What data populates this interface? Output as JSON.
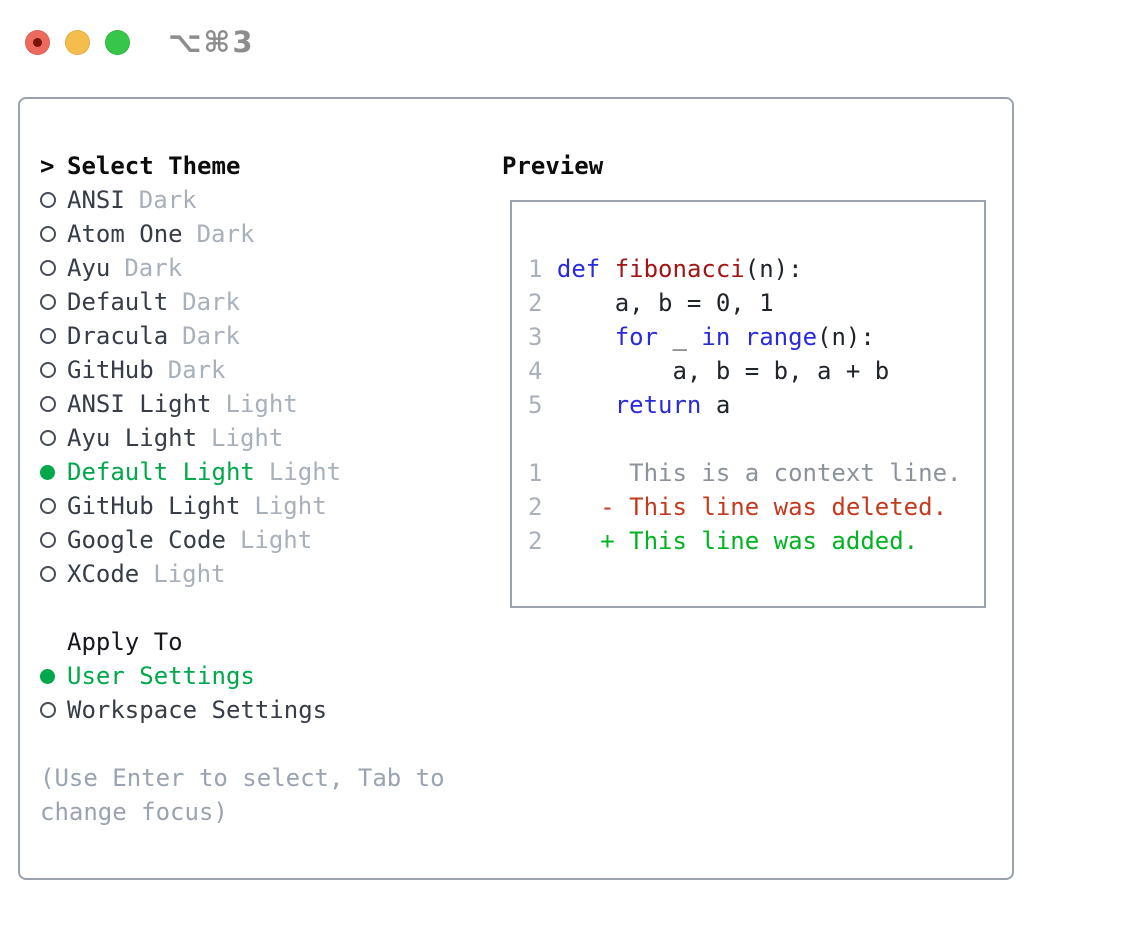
{
  "titlebar": {
    "title": "⌥⌘3",
    "traffic_lights": [
      {
        "name": "close",
        "color": "#ee6a5f",
        "dot": true
      },
      {
        "name": "minimize",
        "color": "#f5bd4c",
        "dot": false
      },
      {
        "name": "zoom",
        "color": "#36c64a",
        "dot": false
      }
    ]
  },
  "theme_panel": {
    "header_prefix": ">",
    "header_label": "Select Theme",
    "themes": [
      {
        "name": "ANSI",
        "variant": "Dark",
        "selected": false
      },
      {
        "name": "Atom One",
        "variant": "Dark",
        "selected": false
      },
      {
        "name": "Ayu",
        "variant": "Dark",
        "selected": false
      },
      {
        "name": "Default",
        "variant": "Dark",
        "selected": false
      },
      {
        "name": "Dracula",
        "variant": "Dark",
        "selected": false
      },
      {
        "name": "GitHub",
        "variant": "Dark",
        "selected": false
      },
      {
        "name": "ANSI Light",
        "variant": "Light",
        "selected": false
      },
      {
        "name": "Ayu Light",
        "variant": "Light",
        "selected": false
      },
      {
        "name": "Default Light",
        "variant": "Light",
        "selected": true
      },
      {
        "name": "GitHub Light",
        "variant": "Light",
        "selected": false
      },
      {
        "name": "Google Code",
        "variant": "Light",
        "selected": false
      },
      {
        "name": "XCode",
        "variant": "Light",
        "selected": false
      }
    ],
    "apply_to": {
      "label": "Apply To",
      "options": [
        {
          "name": "User Settings",
          "selected": true
        },
        {
          "name": "Workspace Settings",
          "selected": false
        }
      ]
    },
    "hint_lines": [
      "(Use Enter to select, Tab to",
      "change focus)"
    ]
  },
  "preview": {
    "label": "Preview",
    "lines": [
      {
        "num": "1",
        "tokens": [
          [
            "def",
            "keyword"
          ],
          [
            " ",
            "plain"
          ],
          [
            "fibonacci",
            "function"
          ],
          [
            "(n):",
            "plain"
          ]
        ]
      },
      {
        "num": "2",
        "tokens": [
          [
            "    a, b = 0, 1",
            "plain"
          ]
        ]
      },
      {
        "num": "3",
        "tokens": [
          [
            "    ",
            "plain"
          ],
          [
            "for",
            "keyword"
          ],
          [
            " _ ",
            "plain"
          ],
          [
            "in",
            "keyword"
          ],
          [
            " ",
            "plain"
          ],
          [
            "range",
            "keyword"
          ],
          [
            "(n):",
            "plain"
          ]
        ]
      },
      {
        "num": "4",
        "tokens": [
          [
            "        a, b = b, a + b",
            "plain"
          ]
        ]
      },
      {
        "num": "5",
        "tokens": [
          [
            "    ",
            "plain"
          ],
          [
            "return",
            "keyword"
          ],
          [
            " a",
            "plain"
          ]
        ]
      },
      {
        "num": "",
        "tokens": []
      },
      {
        "num": "1",
        "tokens": [
          [
            "     This is a context line.",
            "context"
          ]
        ]
      },
      {
        "num": "2",
        "tokens": [
          [
            "   - This line was deleted.",
            "deleted"
          ]
        ]
      },
      {
        "num": "2",
        "tokens": [
          [
            "   + This line was added.",
            "added"
          ]
        ]
      }
    ]
  },
  "colors": {
    "keyword": "#2929dd",
    "function": "#a31515",
    "plain": "#20242b",
    "context": "#8b929c",
    "deleted": "#c33a1e",
    "added": "#00b321",
    "line_number": "#a8b0bb",
    "selected_green": "#00a84b",
    "text_dark": "#363d48",
    "variant_gray": "#a8b0bb",
    "hint_gray": "#99a3b1",
    "border_gray": "#9aa2ad",
    "close_dot": "#7b130a"
  }
}
